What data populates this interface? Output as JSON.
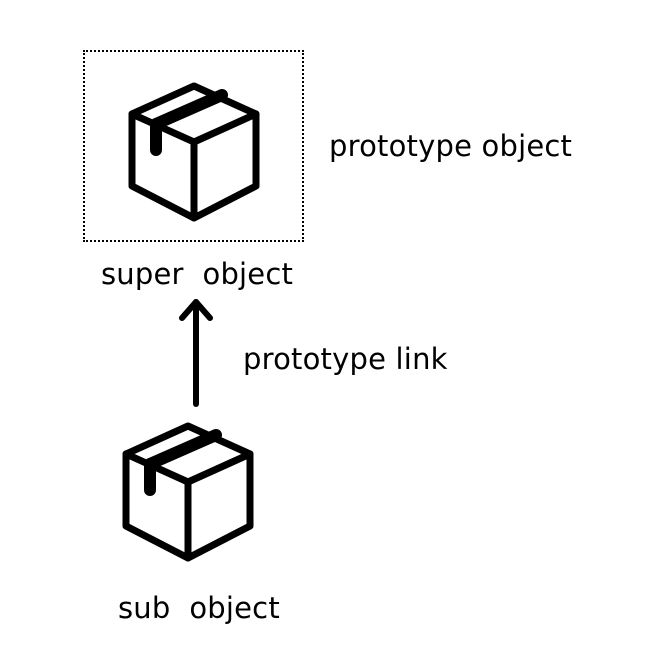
{
  "labels": {
    "prototype_object": "prototype object",
    "super_object": "super  object",
    "prototype_link": "prototype link",
    "sub_object": "sub  object"
  },
  "icons": {
    "super": "box-icon",
    "sub": "box-icon",
    "link": "arrow-up-icon"
  },
  "colors": {
    "ink": "#000000",
    "background": "#ffffff"
  }
}
